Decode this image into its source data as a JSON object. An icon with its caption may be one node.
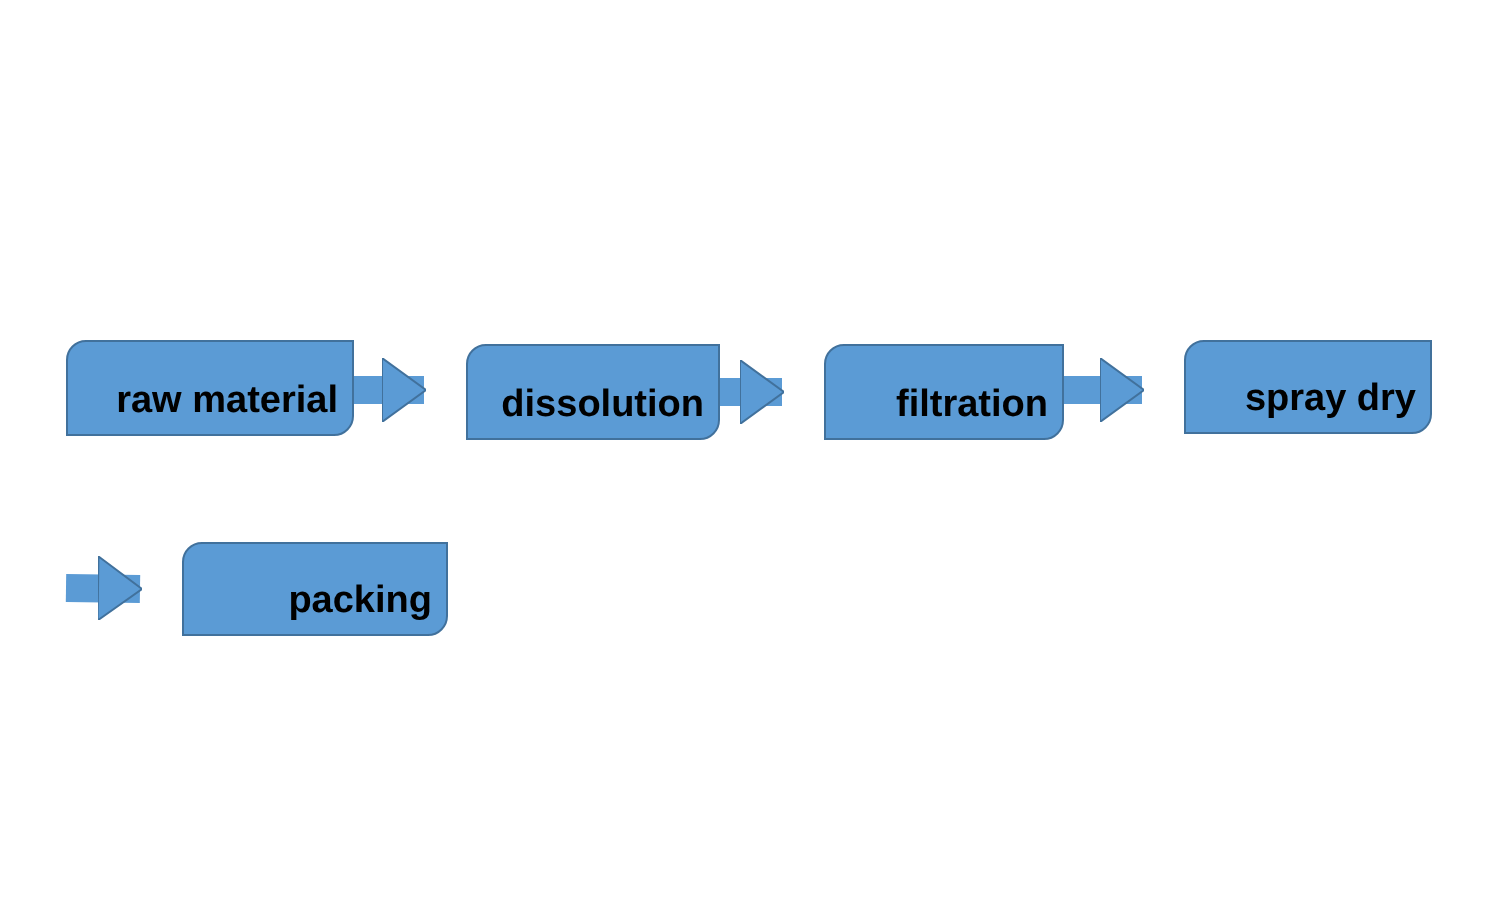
{
  "diagram": {
    "nodes": [
      {
        "text": [
          "raw material"
        ]
      },
      {
        "text": [
          "dissolution"
        ]
      },
      {
        "text": [
          "filtration"
        ]
      },
      {
        "text": [
          "spray dry"
        ]
      },
      {
        "text": [
          "packing"
        ]
      }
    ],
    "edges": [
      {
        "from": 0,
        "to": 1,
        "arrow": "to"
      },
      {
        "from": 1,
        "to": 2,
        "arrow": "to"
      },
      {
        "from": 2,
        "to": 3,
        "arrow": "to"
      },
      {
        "from": null,
        "to": 4,
        "arrow": "to"
      }
    ]
  }
}
